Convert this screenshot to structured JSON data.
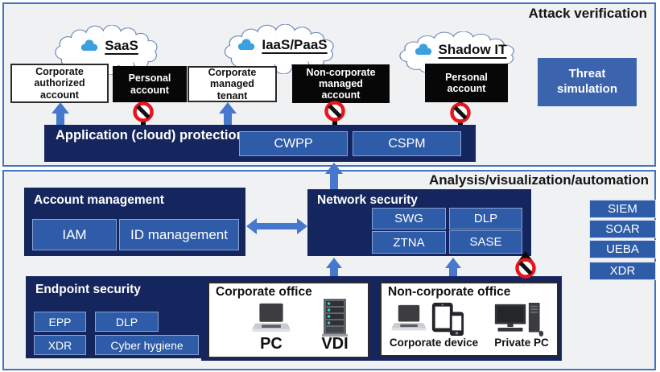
{
  "titles": {
    "attack": "Attack verification",
    "analysis": "Analysis/visualization/automation"
  },
  "clouds": [
    {
      "label": "SaaS"
    },
    {
      "label": "IaaS/PaaS"
    },
    {
      "label": "Shadow IT"
    }
  ],
  "accounts": [
    {
      "label": "Corporate authorized account",
      "type": "allowed"
    },
    {
      "label": "Personal account",
      "type": "blocked"
    },
    {
      "label": "Corporate managed tenant",
      "type": "allowed"
    },
    {
      "label": "Non-corporate managed account",
      "type": "blocked"
    },
    {
      "label": "Personal account",
      "type": "blocked"
    }
  ],
  "threat_simulation": {
    "label": "Threat simulation"
  },
  "app_protection": {
    "title": "Application (cloud) protection",
    "buttons": [
      {
        "label": "CWPP"
      },
      {
        "label": "CSPM"
      }
    ]
  },
  "account_management": {
    "title": "Account management",
    "buttons": [
      {
        "label": "IAM"
      },
      {
        "label": "ID management"
      }
    ]
  },
  "network_security": {
    "title": "Network security",
    "buttons": [
      {
        "label": "SWG"
      },
      {
        "label": "DLP"
      },
      {
        "label": "ZTNA"
      },
      {
        "label": "SASE"
      }
    ]
  },
  "analysis_tools": [
    {
      "label": "SIEM"
    },
    {
      "label": "SOAR"
    },
    {
      "label": "UEBA"
    },
    {
      "label": "XDR"
    }
  ],
  "endpoint_security": {
    "title": "Endpoint security",
    "buttons": [
      {
        "label": "EPP"
      },
      {
        "label": "DLP"
      },
      {
        "label": "XDR"
      },
      {
        "label": "Cyber hygiene"
      }
    ]
  },
  "offices": {
    "corporate": {
      "title": "Corporate office",
      "devices": [
        {
          "label": "PC"
        },
        {
          "label": "VDI"
        }
      ]
    },
    "non_corporate": {
      "title": "Non-corporate office",
      "devices": [
        {
          "label": "Corporate device"
        },
        {
          "label": "Private PC"
        }
      ]
    }
  },
  "colors": {
    "navy": "#15265e",
    "button_blue": "#2e5ca8",
    "arrow_blue": "#4678cd",
    "threat_blue": "#3b63ae",
    "panel_border": "#4472c4",
    "blocked_red": "#e8141e",
    "background": "#f0f1f3",
    "cloud_outline": "#6d8ab9",
    "cloud_icon_blue": "#3aa0de"
  }
}
